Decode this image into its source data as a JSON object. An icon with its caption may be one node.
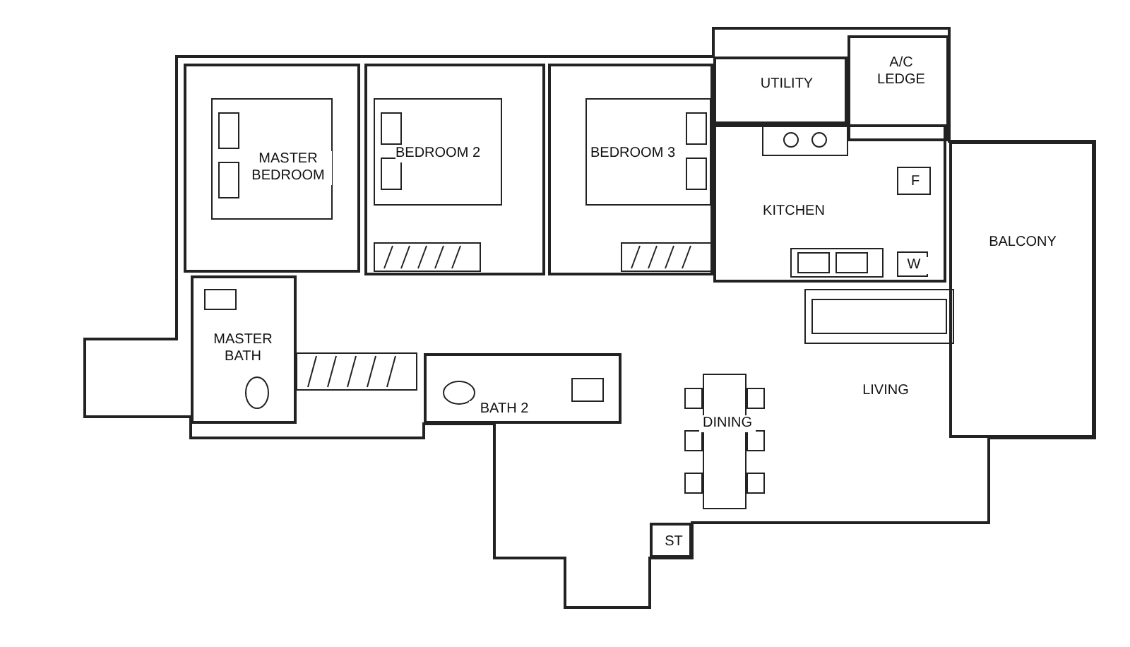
{
  "diagram": {
    "nodes": [
      {
        "text": [
          "MASTER BEDROOM"
        ]
      },
      {
        "text": [
          "BEDROOM 2"
        ]
      },
      {
        "text": [
          "BEDROOM 3"
        ]
      },
      {
        "text": [
          "UTILITY"
        ]
      },
      {
        "text": [
          "A/C LEDGE"
        ]
      },
      {
        "text": [
          "KITCHEN"
        ]
      },
      {
        "text": [
          "F"
        ],
        "in": 5
      },
      {
        "text": [
          "BALCONY"
        ]
      },
      {
        "text": [
          "W"
        ],
        "in": 5
      },
      {
        "text": [
          "MASTER BATH"
        ]
      },
      {
        "text": [
          "BATH 2"
        ]
      },
      {
        "text": [
          "LIVING"
        ]
      },
      {
        "text": [
          "DINING"
        ]
      },
      {
        "text": [
          "ST"
        ]
      }
    ],
    "edges": []
  }
}
